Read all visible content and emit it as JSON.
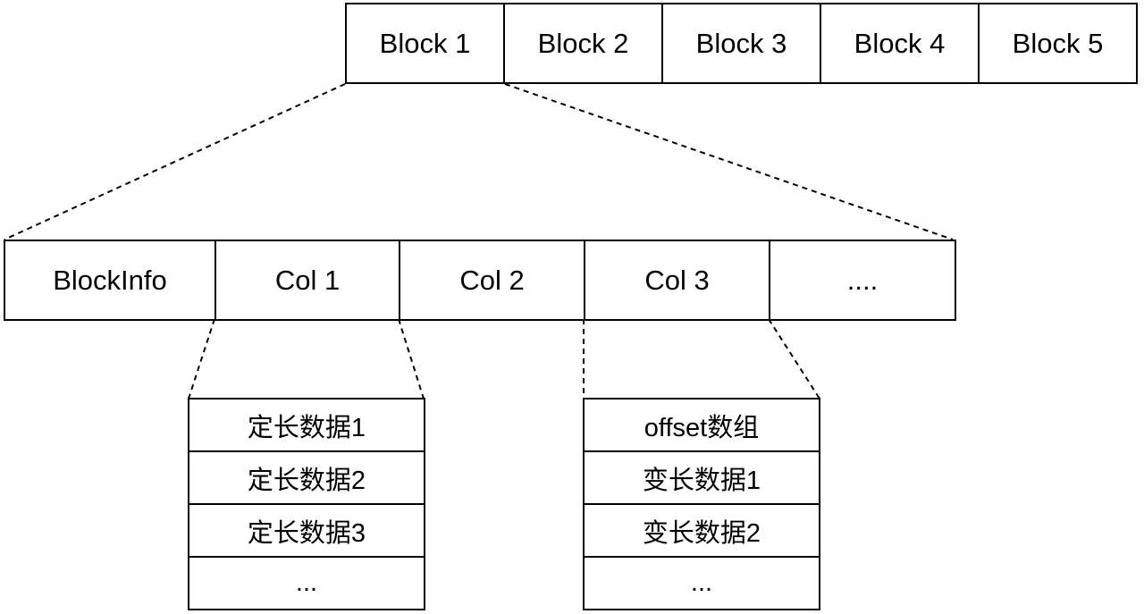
{
  "blocks": [
    "Block 1",
    "Block 2",
    "Block 3",
    "Block 4",
    "Block 5"
  ],
  "block_detail": [
    "BlockInfo",
    "Col 1",
    "Col 2",
    "Col 3",
    "...."
  ],
  "fixed_column": [
    "定长数据1",
    "定长数据2",
    "定长数据3",
    "..."
  ],
  "variable_column": [
    "offset数组",
    "变长数据1",
    "变长数据2",
    "..."
  ]
}
